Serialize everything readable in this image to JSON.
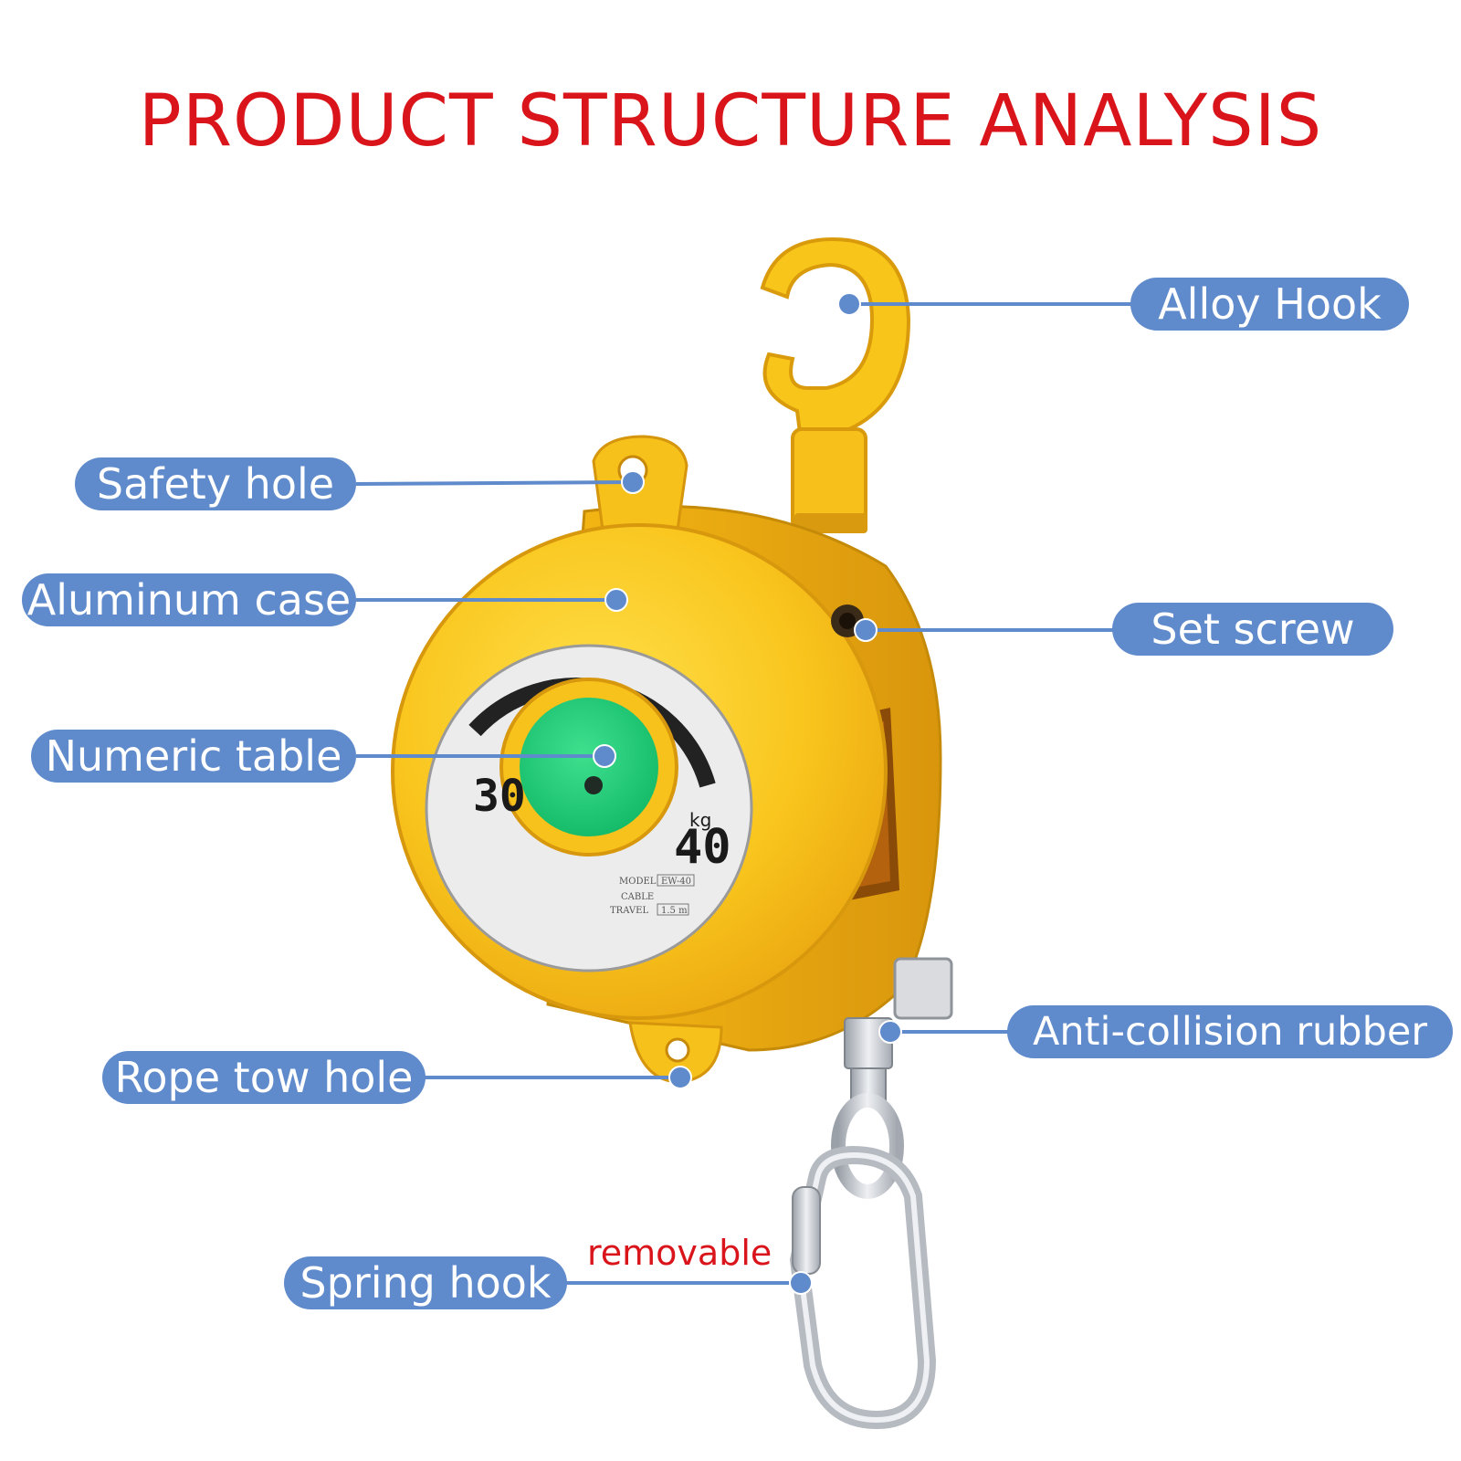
{
  "title": "PRODUCT STRUCTURE ANALYSIS",
  "labels": {
    "alloy_hook": "Alloy Hook",
    "safety_hole": "Safety hole",
    "aluminum_case": "Aluminum case",
    "set_screw": "Set screw",
    "numeric_table": "Numeric table",
    "anti_collision_rubber": "Anti-collision rubber",
    "rope_tow_hole": "Rope tow hole",
    "spring_hook": "Spring hook"
  },
  "note_removable": "removable",
  "dial": {
    "min_value": "30",
    "max_value": "40",
    "unit": "kg",
    "plate_rows": [
      "MODEL",
      "CABLE",
      "TRAVEL"
    ],
    "plate_values": [
      "EW-40",
      "",
      "1.5 m"
    ]
  },
  "colors": {
    "title": "#d9141a",
    "callout": "#5f8acb",
    "body_yellow": "#f6c21c",
    "dial_green": "#22d37a",
    "steel": "#c8ccd2"
  },
  "icons": [
    "alloy-hook-icon",
    "carabiner-icon"
  ]
}
